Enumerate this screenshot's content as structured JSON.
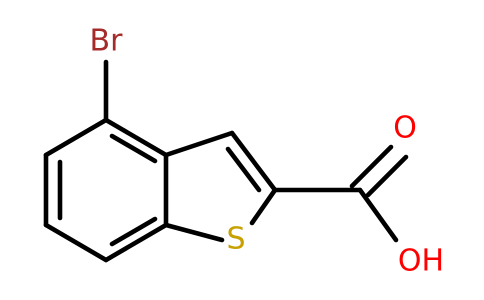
{
  "molecule": {
    "atoms": {
      "bromine": {
        "symbol": "Br",
        "color": "#a52a2a"
      },
      "sulfur": {
        "symbol": "S",
        "color": "#c8a000"
      },
      "carbonyl_oxygen": {
        "symbol": "O",
        "color": "#ff0000"
      },
      "hydroxyl_oxygen": {
        "symbol": "OH",
        "color": "#ff0000"
      }
    },
    "bond_color": "#000000"
  }
}
